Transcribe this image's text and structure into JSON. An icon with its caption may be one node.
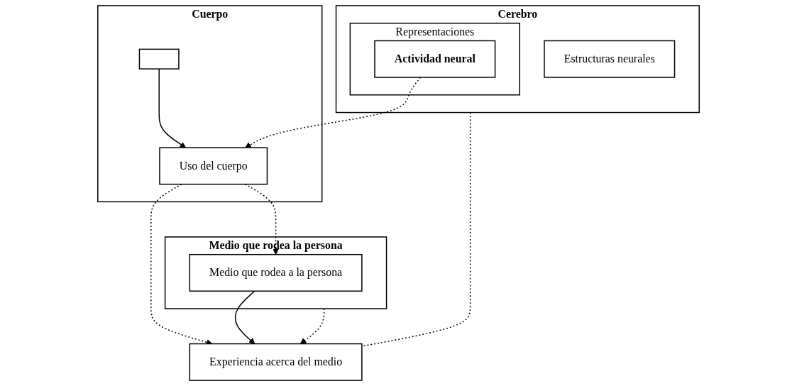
{
  "diagram": {
    "nodes": [
      {
        "text": [
          "Cerebro"
        ]
      },
      {
        "text": [
          "Estructuras neurales"
        ],
        "in": 0
      },
      {
        "text": [
          "Representaciones"
        ],
        "in": 0
      },
      {
        "text": [
          "Actividad neural"
        ],
        "in": 2
      },
      {
        "text": [
          "Cuerpo"
        ]
      },
      {
        "text": [],
        "shape": "box",
        "in": 4
      },
      {
        "text": [
          "Uso del cuerpo"
        ],
        "in": 4
      },
      {
        "text": [
          "Experiencia acerca del medio"
        ]
      },
      {
        "text": [
          "Medio que rodea la persona"
        ]
      },
      {
        "text": [
          "Medio que rodea a la persona"
        ],
        "in": 8
      }
    ],
    "edges": [
      {
        "from": 3,
        "to": 6,
        "arrow": "to",
        "style": "dashed"
      },
      {
        "from": 5,
        "to": 6,
        "arrow": "to"
      },
      {
        "from": 6,
        "to": 7,
        "arrow": "to",
        "style": "dashed"
      },
      {
        "from": 6,
        "to": 9,
        "arrow": "to",
        "style": "dashed"
      },
      {
        "from": 0,
        "to": 7,
        "arrow": "none",
        "style": "dashed"
      },
      {
        "from": 8,
        "to": 7,
        "arrow": "to",
        "style": "dashed"
      },
      {
        "from": 9,
        "to": 7,
        "arrow": "to"
      }
    ]
  }
}
